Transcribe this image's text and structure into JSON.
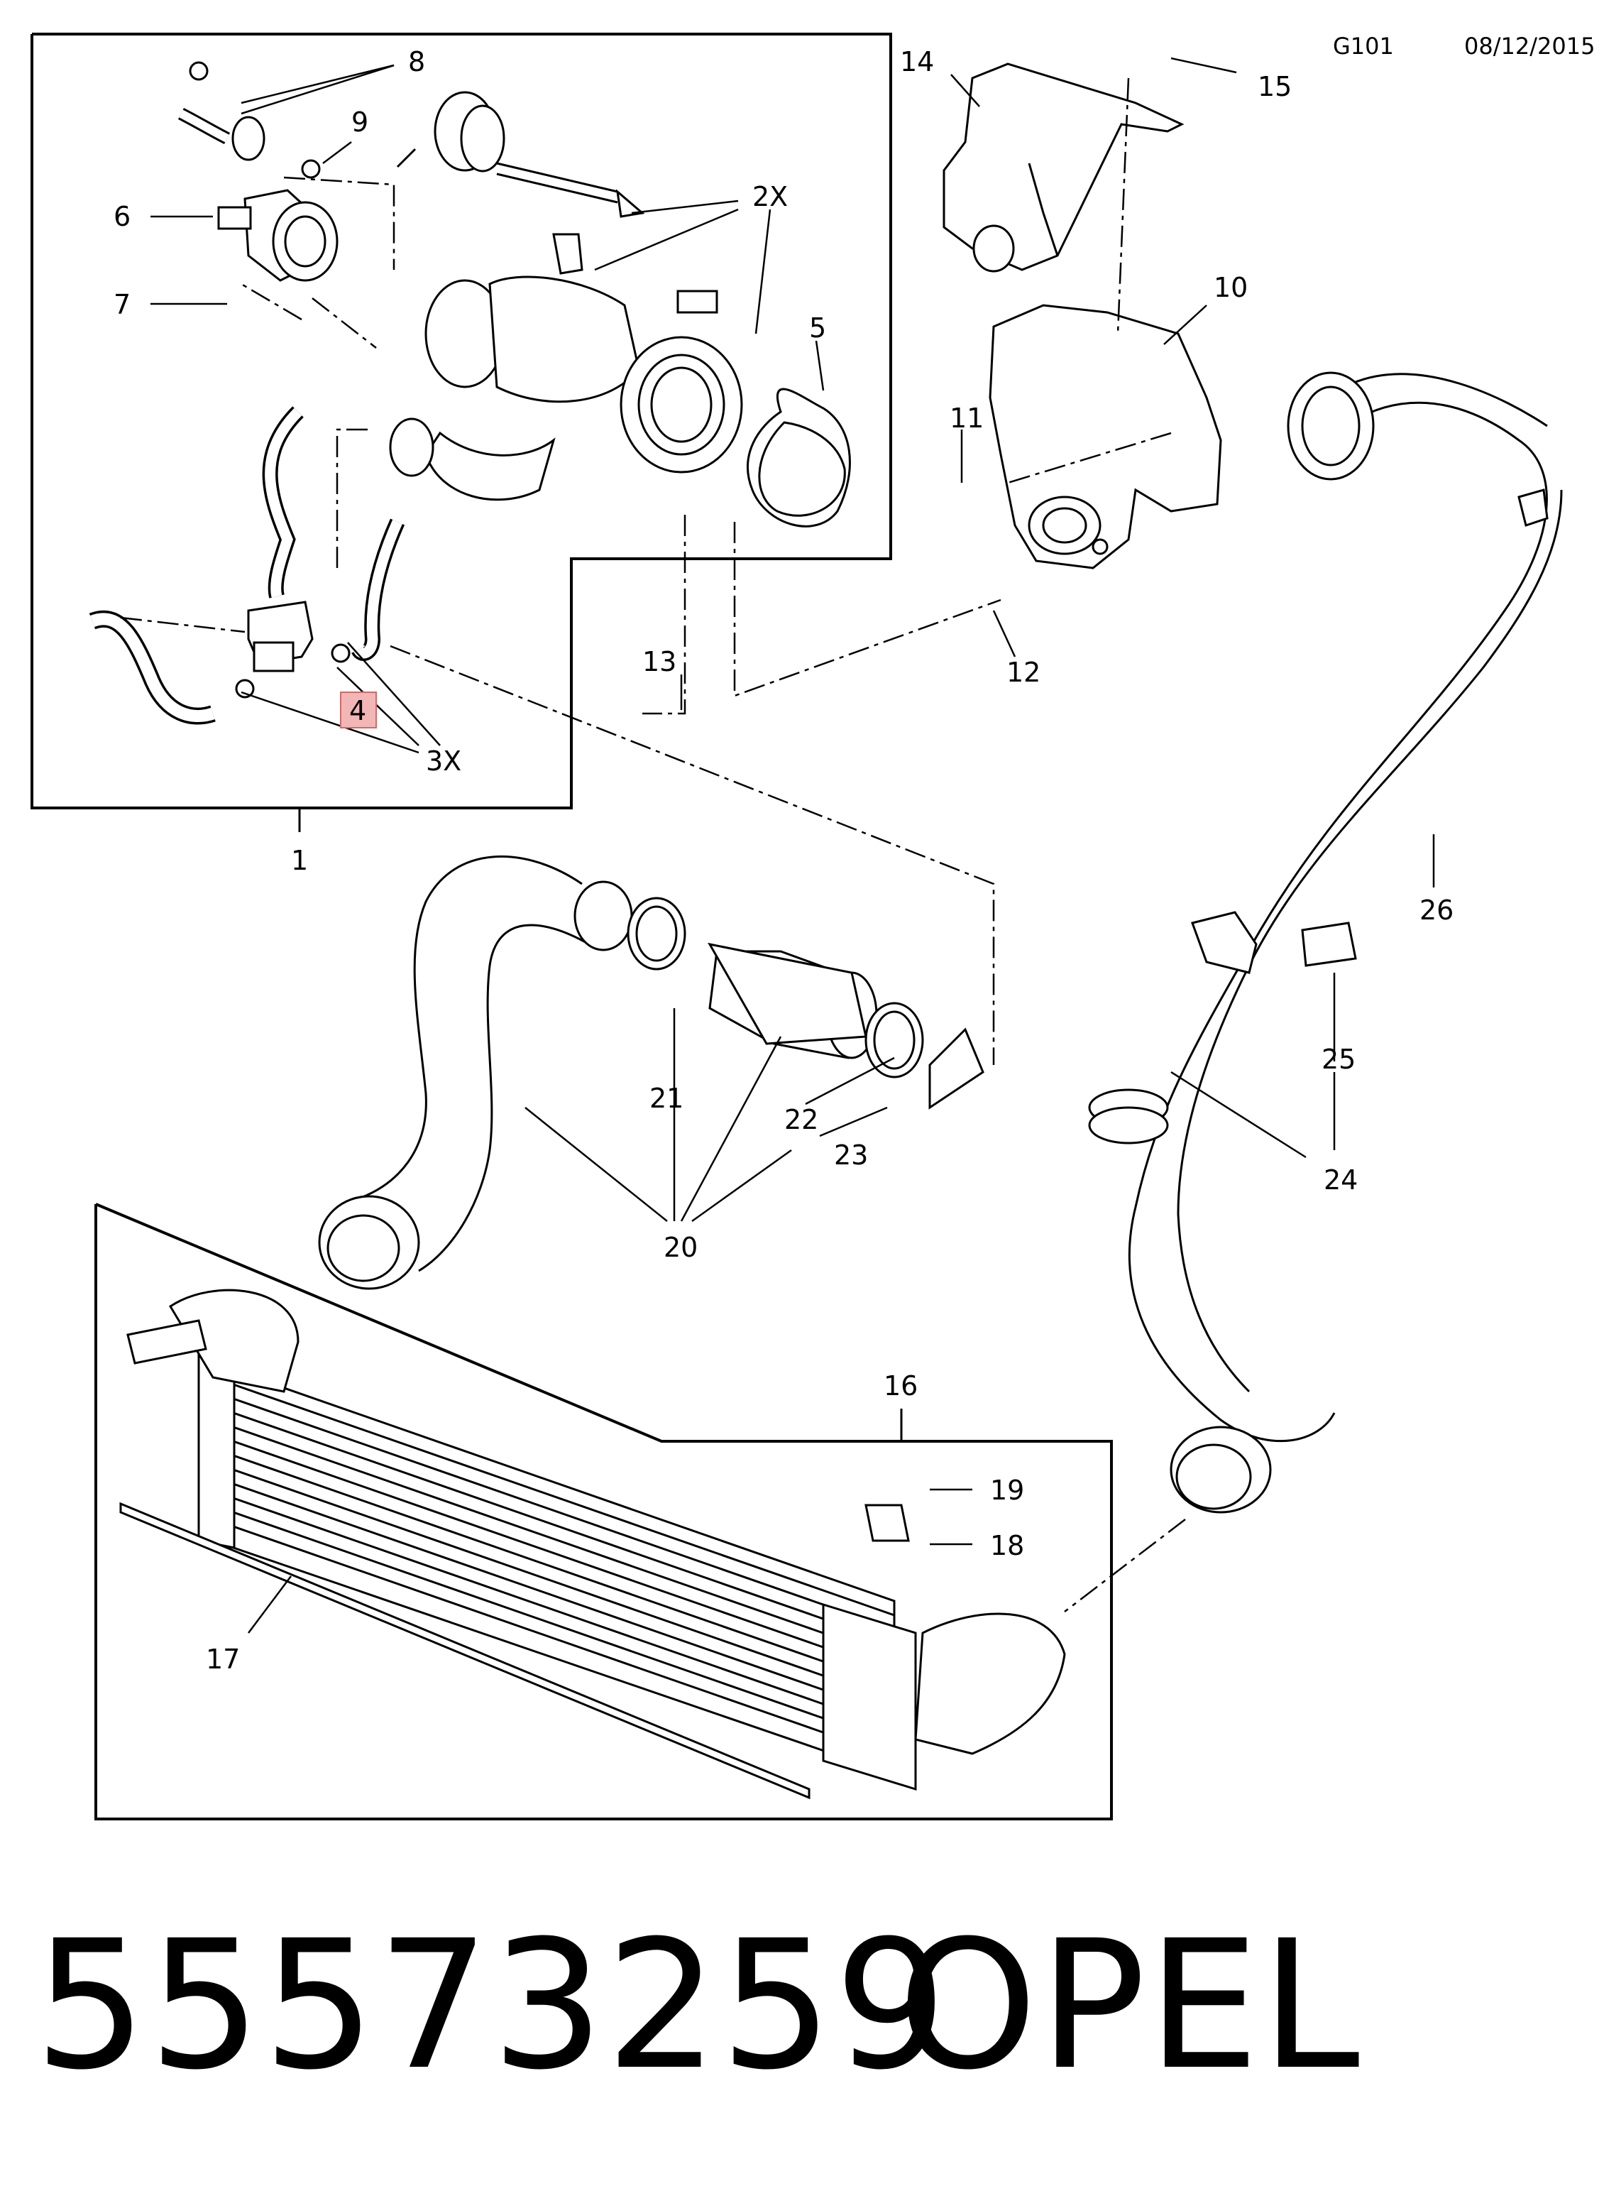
{
  "header": {
    "code": "G101",
    "date": "08/12/2015"
  },
  "footer": {
    "part_number": "55573259",
    "brand": "OPEL"
  },
  "highlight_color": "#f3b6b6",
  "callouts": {
    "c1": "1",
    "c2x": "2X",
    "c3x": "3X",
    "c4": "4",
    "c5": "5",
    "c6": "6",
    "c7": "7",
    "c8": "8",
    "c9": "9",
    "c10": "10",
    "c11": "11",
    "c12": "12",
    "c13": "13",
    "c14": "14",
    "c15": "15",
    "c16": "16",
    "c17": "17",
    "c18": "18",
    "c19": "19",
    "c20": "20",
    "c21": "21",
    "c22": "22",
    "c23": "23",
    "c24": "24",
    "c25": "25",
    "c26": "26"
  }
}
